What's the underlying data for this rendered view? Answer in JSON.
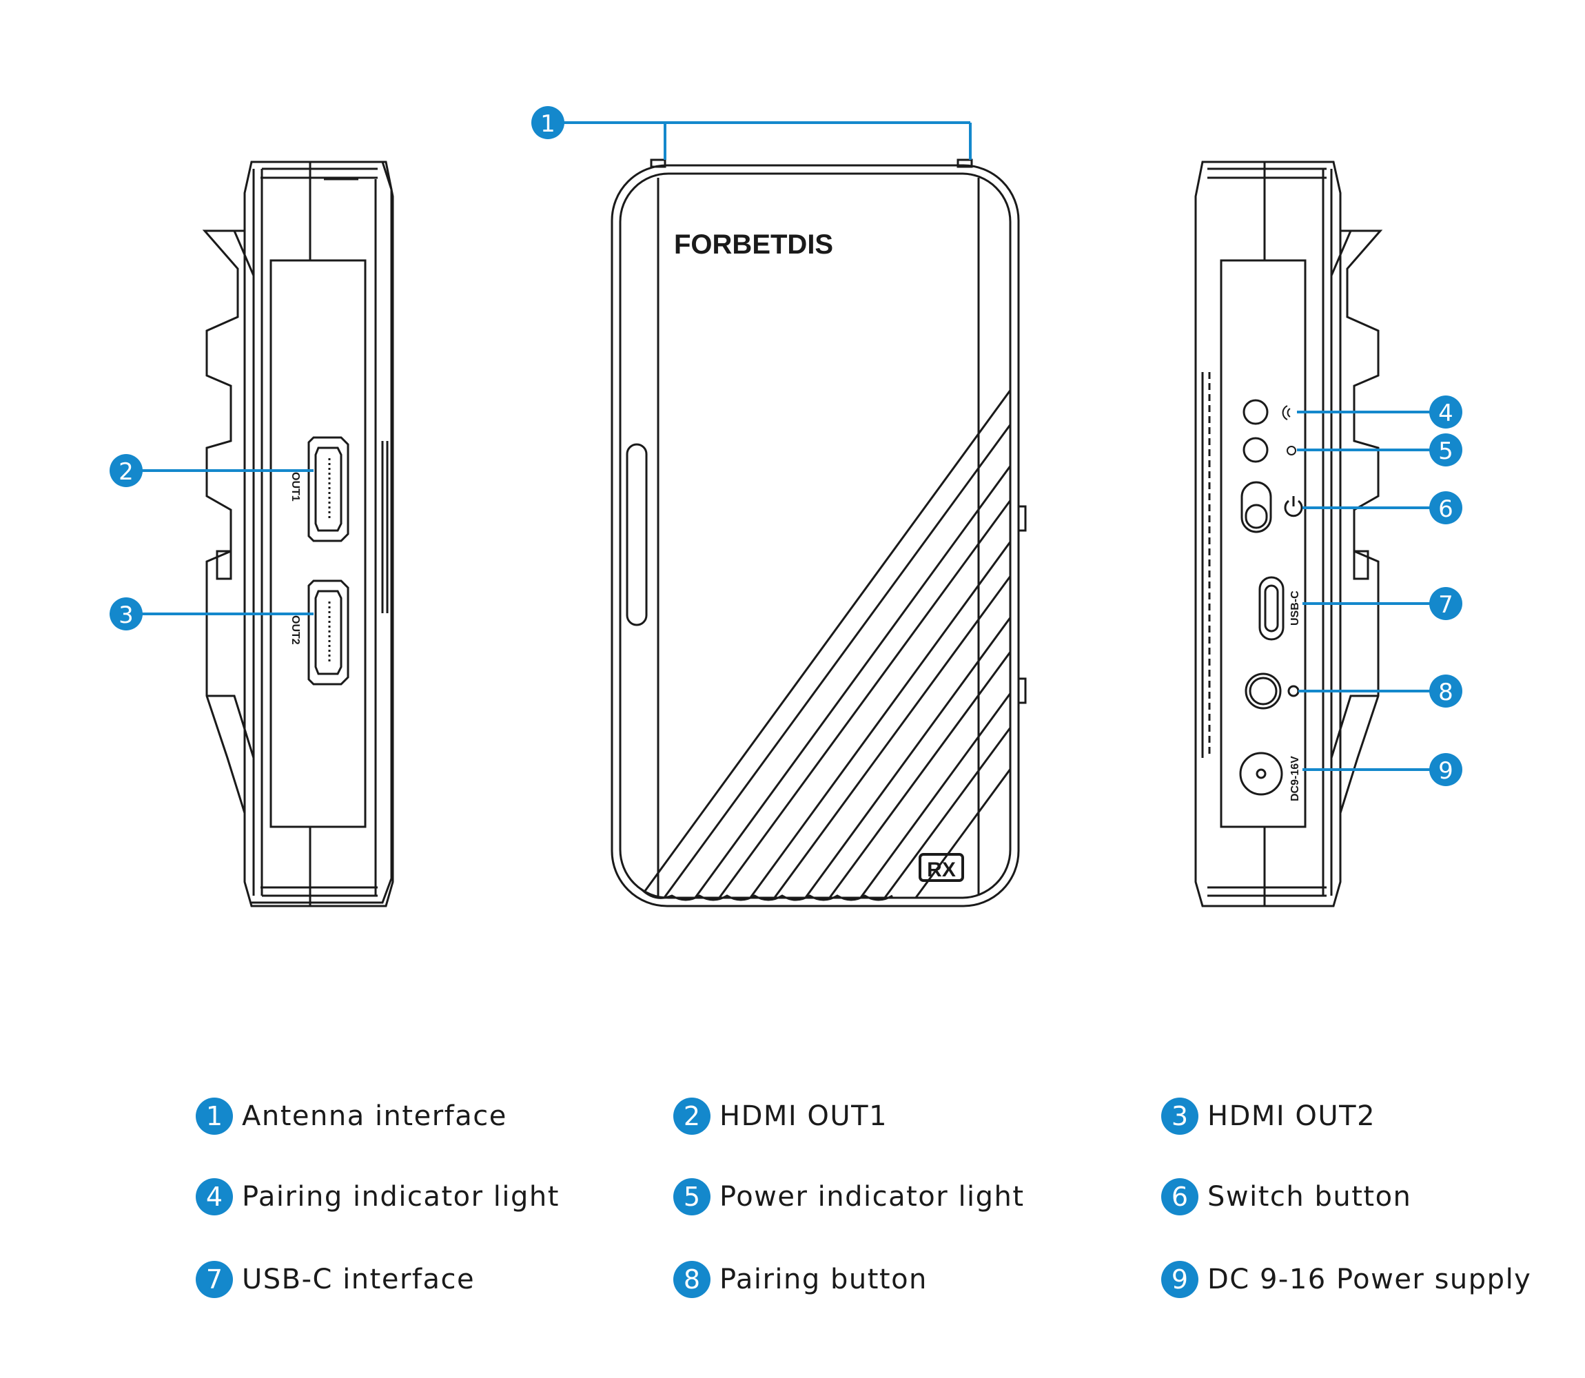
{
  "device": {
    "brand": "FORBETDIS",
    "model_badge": "RX"
  },
  "ports": {
    "out1": "OUT1",
    "out2": "OUT2",
    "usbc": "USB-C",
    "dc": "DC9-16V"
  },
  "callouts": [
    "1",
    "2",
    "3",
    "4",
    "5",
    "6",
    "7",
    "8",
    "9"
  ],
  "legend": [
    {
      "num": "1",
      "label": "Antenna interface"
    },
    {
      "num": "2",
      "label": "HDMI OUT1"
    },
    {
      "num": "3",
      "label": "HDMI OUT2"
    },
    {
      "num": "4",
      "label": "Pairing indicator light"
    },
    {
      "num": "5",
      "label": "Power indicator light"
    },
    {
      "num": "6",
      "label": "Switch button"
    },
    {
      "num": "7",
      "label": "USB-C interface"
    },
    {
      "num": "8",
      "label": "Pairing button"
    },
    {
      "num": "9",
      "label": "DC 9-16 Power supply"
    }
  ],
  "colors": {
    "accent": "#1488cc",
    "line": "#1a1a1a"
  }
}
